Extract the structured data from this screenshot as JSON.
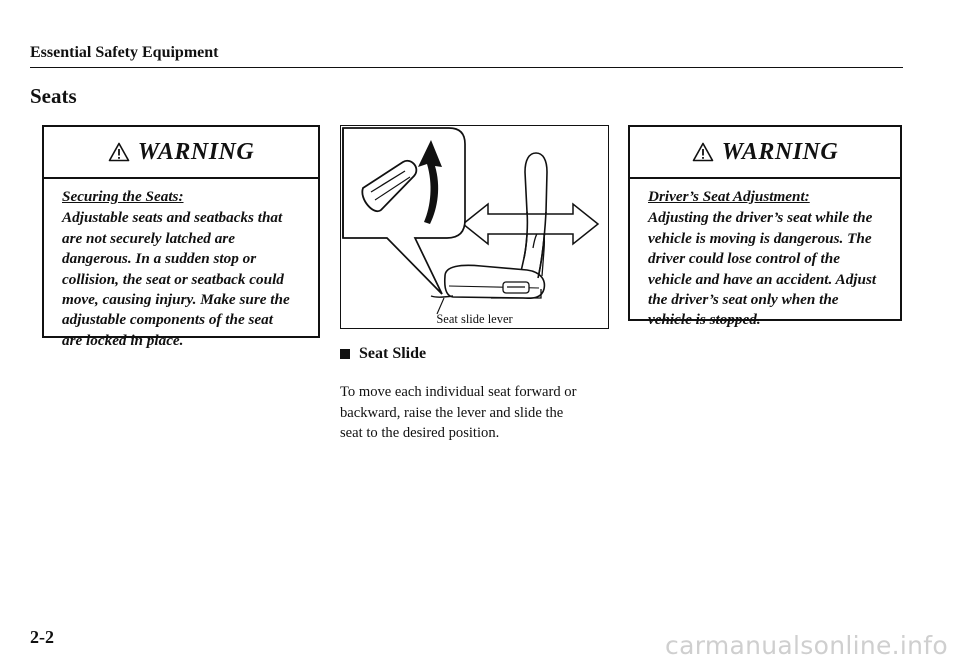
{
  "header": {
    "section_title": "Essential Safety Equipment"
  },
  "page": {
    "title": "Seats",
    "number": "2-2"
  },
  "warning_left": {
    "title": "WARNING",
    "subtitle": "Securing the Seats:",
    "lines": [
      "Adjustable seats and seatbacks that",
      "are not securely latched are",
      "dangerous. In a sudden stop or",
      "collision, the seat or seatback could",
      "move, causing injury. Make sure the",
      "adjustable components of the seat",
      "are locked in place."
    ]
  },
  "illustration": {
    "caption": "Seat slide lever"
  },
  "seat_slide": {
    "heading": "Seat Slide",
    "lines": [
      "To move each individual seat forward or",
      "backward, raise the lever and slide the",
      "seat to the desired position."
    ]
  },
  "warning_right": {
    "title": "WARNING",
    "subtitle": "Driver’s Seat Adjustment:",
    "lines": [
      "Adjusting the driver’s seat while the",
      "vehicle is moving is dangerous. The",
      "driver could lose control of the",
      "vehicle and have an accident. Adjust",
      "the driver’s seat only when the",
      "vehicle is stopped."
    ]
  },
  "watermark": {
    "text": "carmanualsonline.info"
  },
  "icons": {
    "warning": "warning-triangle-icon",
    "bullet": "square-bullet-icon"
  }
}
